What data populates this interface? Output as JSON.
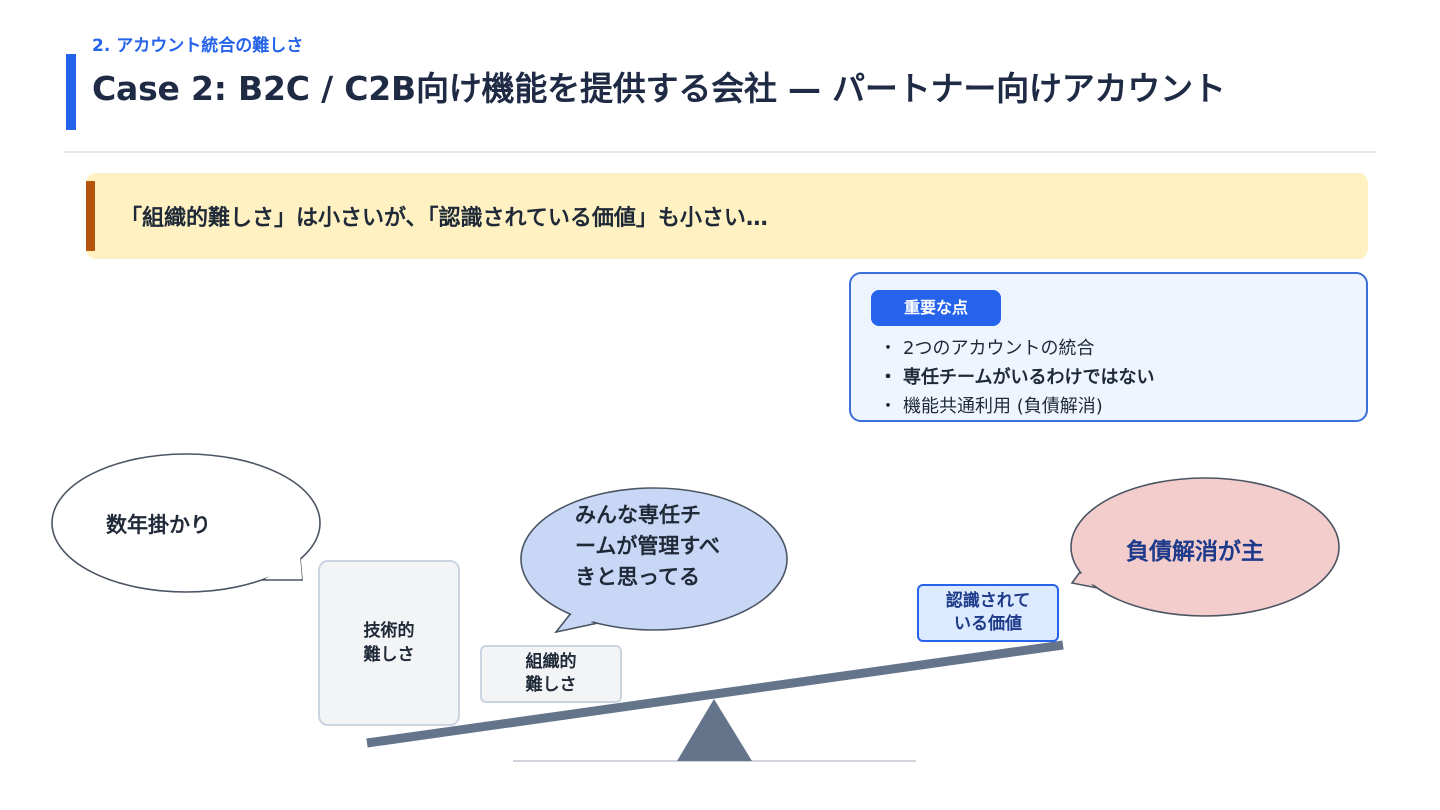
{
  "header": {
    "section": "2. アカウント統合の難しさ",
    "title": "Case 2: B2C / C2B向け機能を提供する会社 — パートナー向けアカウント"
  },
  "banner": {
    "text": "「組織的難しさ」は小さいが、「認識されている価値」も小さい…",
    "accent_color": "#b45309"
  },
  "points": {
    "badge": "重要な点",
    "items": [
      {
        "bullet": "・",
        "text": "2つのアカウントの統合"
      },
      {
        "bullet": "・",
        "text": "専任チームがいるわけではない"
      },
      {
        "bullet": "・",
        "text": "機能共通利用 (負債解消)"
      }
    ]
  },
  "scale": {
    "technical_difficulty": "技術的\n難しさ",
    "organizational_difficulty": "組織的\n難しさ",
    "perceived_value": "認識されて\nいる価値"
  },
  "bubbles": {
    "years": "数年掛かり",
    "everyone": "みんな専任チームが管理すべきと思ってる",
    "debt": "負債解消が主"
  },
  "colors": {
    "accent": "#2563eb",
    "beam": "#64748b",
    "banner_bg": "#fff1c2",
    "bubble_blue": "#c7d7f5",
    "bubble_pink": "#f3cccc"
  }
}
